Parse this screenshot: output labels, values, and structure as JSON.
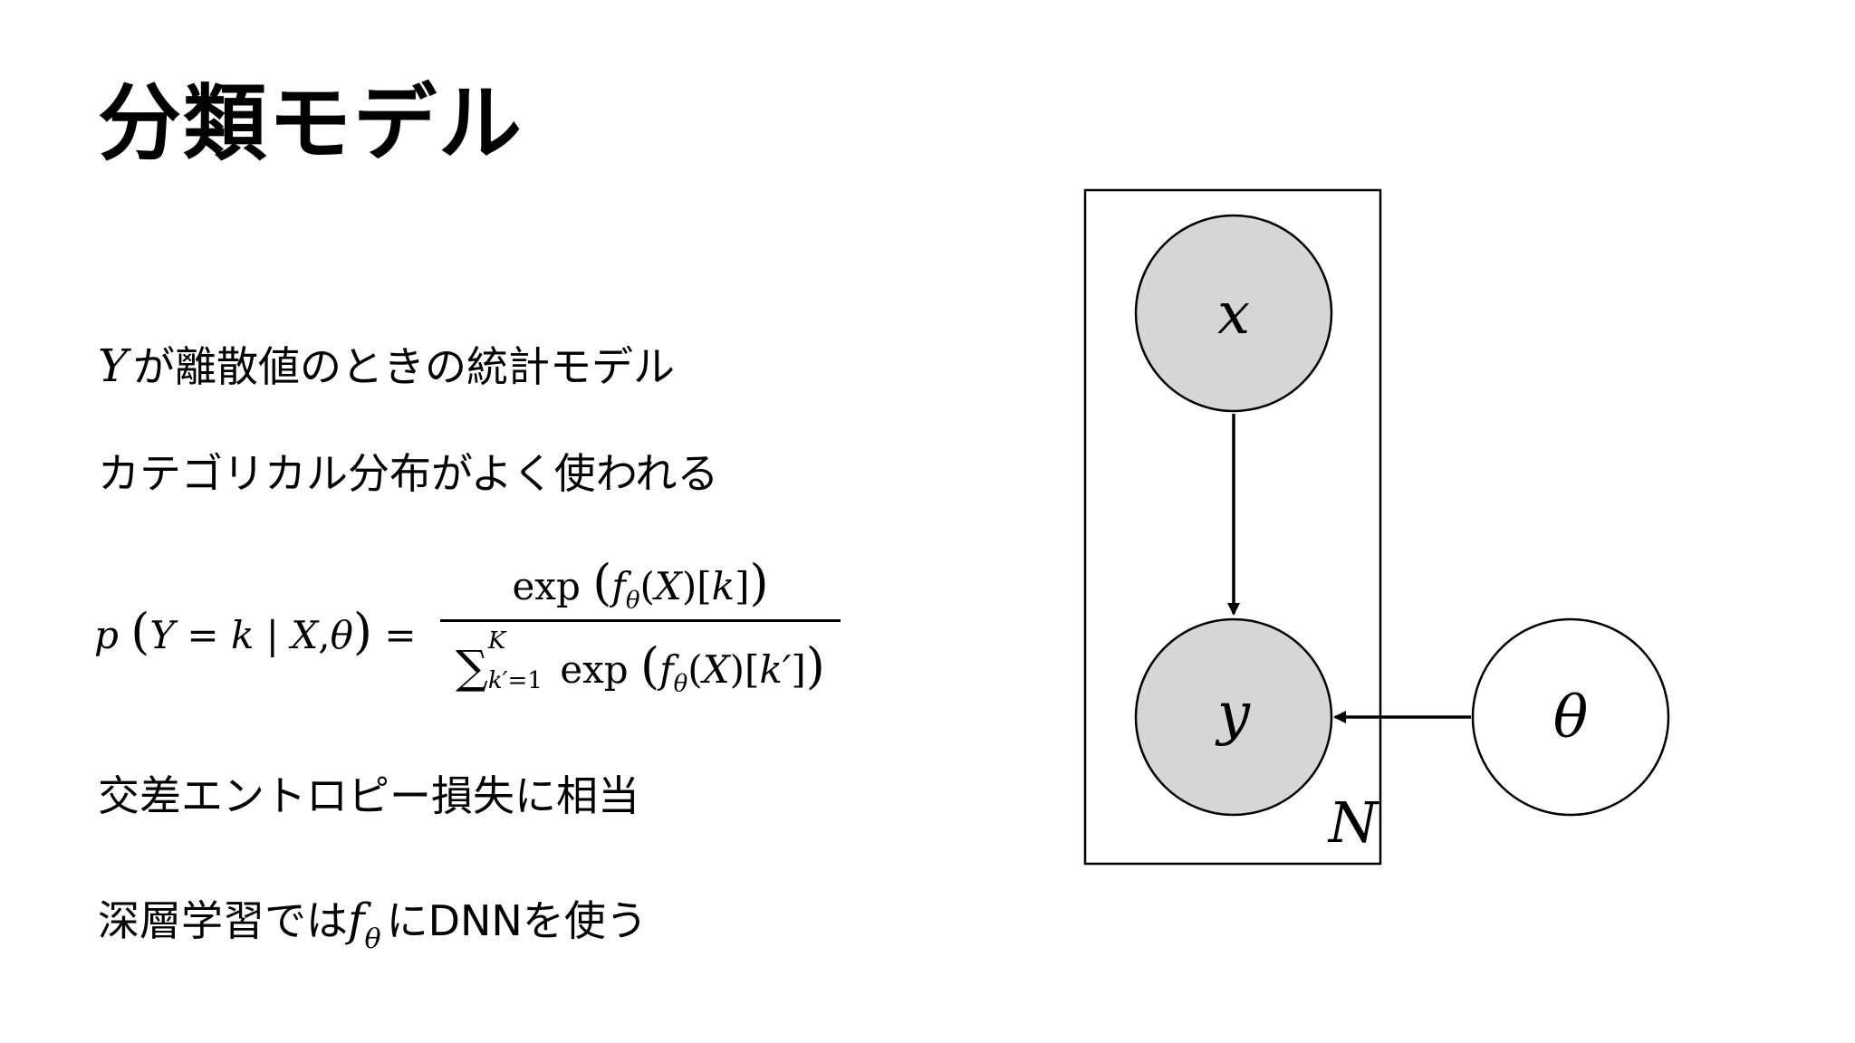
{
  "slide": {
    "title": "分類モデル",
    "bullets": [
      {
        "symbol": "Y",
        "text": "が離散値のときの統計モデル"
      },
      {
        "text": "カテゴリカル分布がよく使われる"
      },
      {
        "text": "交差エントロピー損失に相当"
      },
      {
        "prefix": "深層学習では",
        "symbol": "f",
        "symbol_sub": "θ",
        "suffix": "にDNNを使う"
      }
    ],
    "formula": {
      "lhs": "p (Y = k | X, θ) =",
      "numerator": "exp (fθ(X)[k])",
      "denominator": "∑k′=1K exp (fθ(X)[k′])"
    }
  },
  "diagram": {
    "nodes": [
      {
        "id": "x",
        "label": "x",
        "observed": true
      },
      {
        "id": "y",
        "label": "y",
        "observed": true
      },
      {
        "id": "theta",
        "label": "θ",
        "observed": false
      }
    ],
    "edges": [
      {
        "from": "x",
        "to": "y"
      },
      {
        "from": "theta",
        "to": "y"
      }
    ],
    "plate": {
      "label": "N",
      "contains": [
        "x",
        "y"
      ]
    },
    "colors": {
      "observed_fill": "#d6d6d6",
      "latent_fill": "#ffffff",
      "stroke": "#000000"
    }
  }
}
